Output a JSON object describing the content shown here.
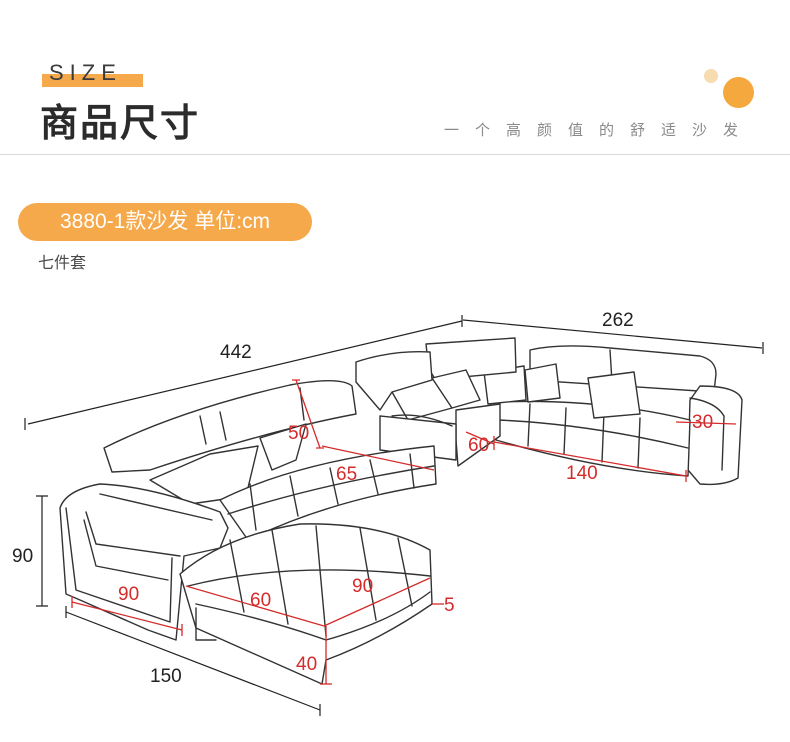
{
  "header": {
    "size_label": "SIZE",
    "title": "商品尺寸",
    "tagline": "一个高颜值的舒适沙发"
  },
  "colors": {
    "accent": "#f5a94b",
    "accent_dot": "#f4a83d",
    "dim_red": "#d42b2b",
    "line": "#333333"
  },
  "badge": {
    "text": "3880-1款沙发 单位:cm"
  },
  "subtitle": "七件套",
  "dimensions": {
    "total_width": "442",
    "right_width": "262",
    "height": "90",
    "chaise_length": "150",
    "armrest_width": "90",
    "chaise_depth": "60",
    "chaise_width": "90",
    "leg_height": "5",
    "seat_height": "40",
    "back_depth": "50",
    "seat_depth": "65",
    "corner_seat": "60",
    "right_seat_width": "140",
    "right_arm": "30"
  }
}
